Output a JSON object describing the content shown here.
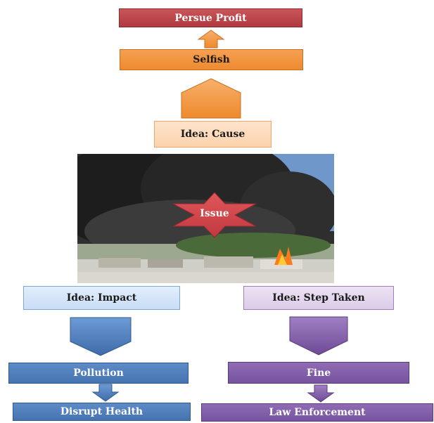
{
  "diagram": {
    "top": {
      "profit_label": "Persue Profit",
      "selfish_label": "Selfish",
      "cause_label": "Idea: Cause"
    },
    "center": {
      "issue_label": "Issue",
      "photo_icon": "smoke-fire-photo"
    },
    "left_branch": {
      "impact_label": "Idea: Impact",
      "pollution_label": "Pollution",
      "health_label": "Disrupt Health"
    },
    "right_branch": {
      "step_label": "Idea: Step Taken",
      "fine_label": "Fine",
      "law_label": "Law Enforcement"
    }
  },
  "colors": {
    "red": "#b0393f",
    "orange": "#ee8a2e",
    "light_orange": "#fbd3ad",
    "blue": "#4574b1",
    "light_blue": "#c9ddf5",
    "purple": "#7753a0",
    "light_purple": "#dccbe9"
  }
}
